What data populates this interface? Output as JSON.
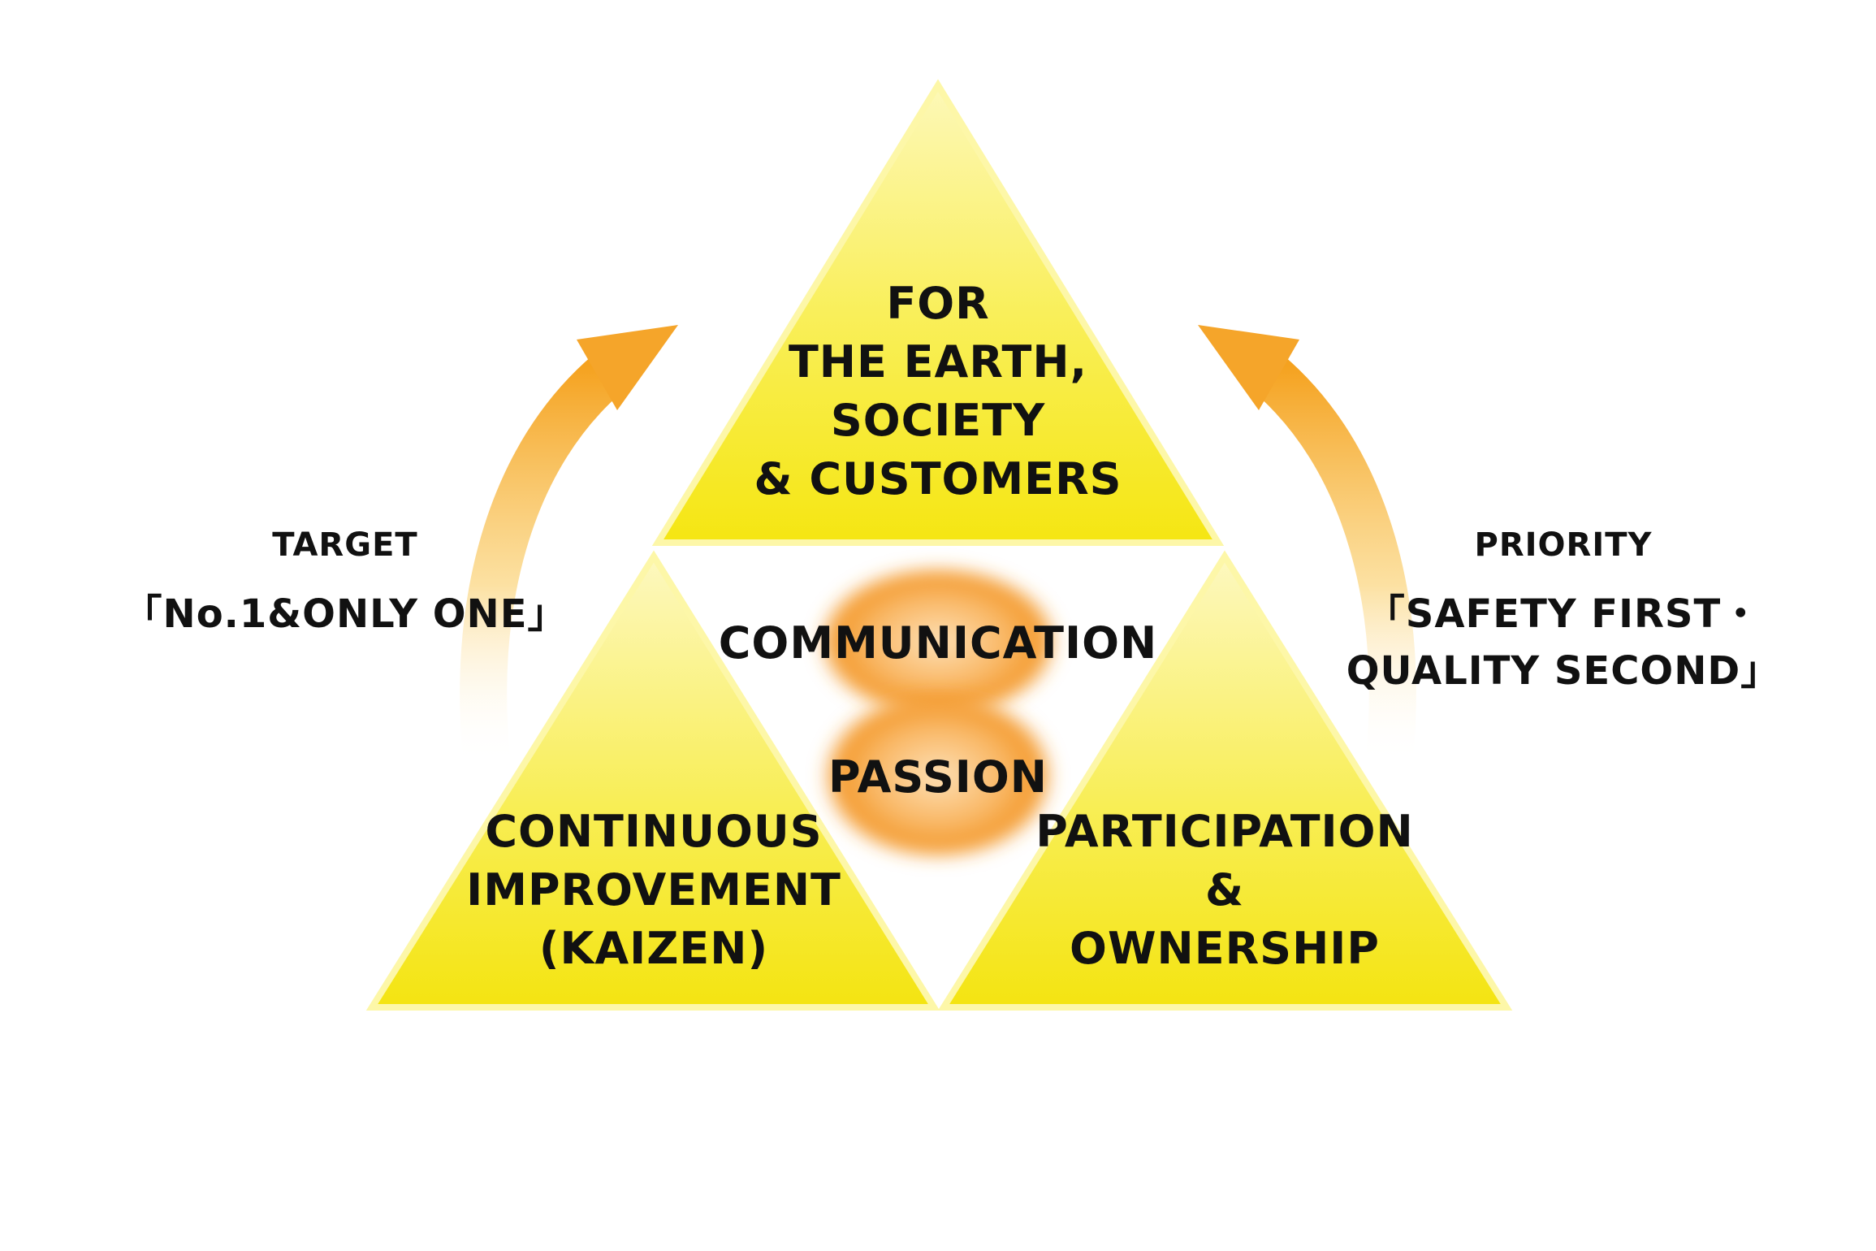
{
  "top_triangle": {
    "lines": [
      "FOR",
      "THE EARTH,",
      "SOCIETY",
      "& CUSTOMERS"
    ]
  },
  "left_triangle": {
    "lines": [
      "CONTINUOUS",
      "IMPROVEMENT",
      "(KAIZEN)"
    ]
  },
  "right_triangle": {
    "lines": [
      "PARTICIPATION",
      "&",
      "OWNERSHIP"
    ]
  },
  "center": {
    "upper": "COMMUNICATION",
    "lower": "PASSION"
  },
  "left_side": {
    "heading": "TARGET",
    "value": "「No.1&ONLY ONE」"
  },
  "right_side": {
    "heading": "PRIORITY",
    "value_lines": [
      "「SAFETY FIRST・",
      "QUALITY SECOND」"
    ]
  },
  "colors": {
    "triangle_yellow": "#f7ea1e",
    "triangle_light": "#fbf48a",
    "arrow_orange": "#f6a623",
    "glow_orange": "#f59b2a",
    "text": "#111111"
  }
}
